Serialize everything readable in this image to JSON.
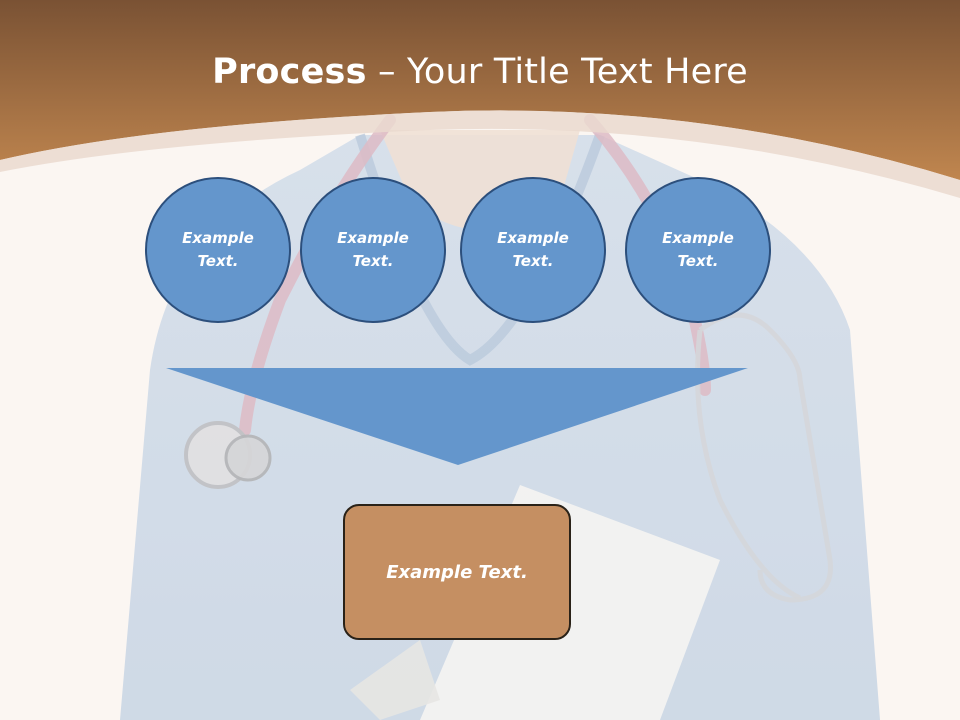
{
  "slide": {
    "title_bold": "Process",
    "title_rest": " – Your Title Text Here"
  },
  "process": {
    "steps": [
      {
        "label": "Example\nText."
      },
      {
        "label": "Example\nText."
      },
      {
        "label": "Example\nText."
      },
      {
        "label": "Example\nText."
      }
    ],
    "result_label": "Example Text."
  },
  "colors": {
    "header_brown": "#b47c4c",
    "circle_fill": "#6496cc",
    "circle_border": "#2c4f7c",
    "arrow_fill": "#6496cc",
    "result_fill": "#c58f62",
    "background": "#fbf6f2"
  },
  "icons": [
    "nurse-stethoscope-photo"
  ]
}
